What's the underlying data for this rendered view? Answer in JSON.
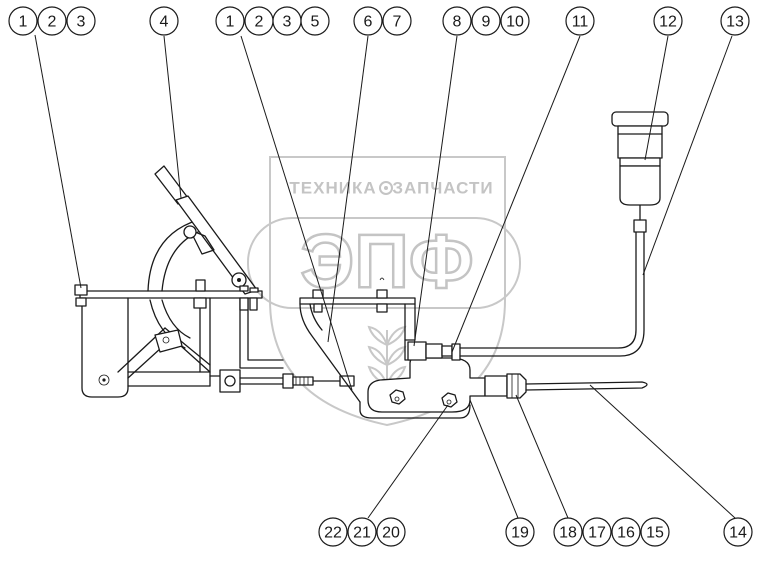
{
  "watermark": {
    "top_left": "ТЕХНИКА",
    "top_right": "ЗАПЧАСТИ",
    "gear_icon": "gear-icon",
    "logo": "ЭПФ"
  },
  "callouts": [
    {
      "label": "1"
    },
    {
      "label": "2"
    },
    {
      "label": "3"
    },
    {
      "label": "4"
    },
    {
      "label": "1"
    },
    {
      "label": "2"
    },
    {
      "label": "3"
    },
    {
      "label": "5"
    },
    {
      "label": "6"
    },
    {
      "label": "7"
    },
    {
      "label": "8"
    },
    {
      "label": "9"
    },
    {
      "label": "10"
    },
    {
      "label": "11"
    },
    {
      "label": "12"
    },
    {
      "label": "13"
    },
    {
      "label": "22"
    },
    {
      "label": "21"
    },
    {
      "label": "20"
    },
    {
      "label": "19"
    },
    {
      "label": "18"
    },
    {
      "label": "17"
    },
    {
      "label": "16"
    },
    {
      "label": "15"
    },
    {
      "label": "14"
    }
  ]
}
